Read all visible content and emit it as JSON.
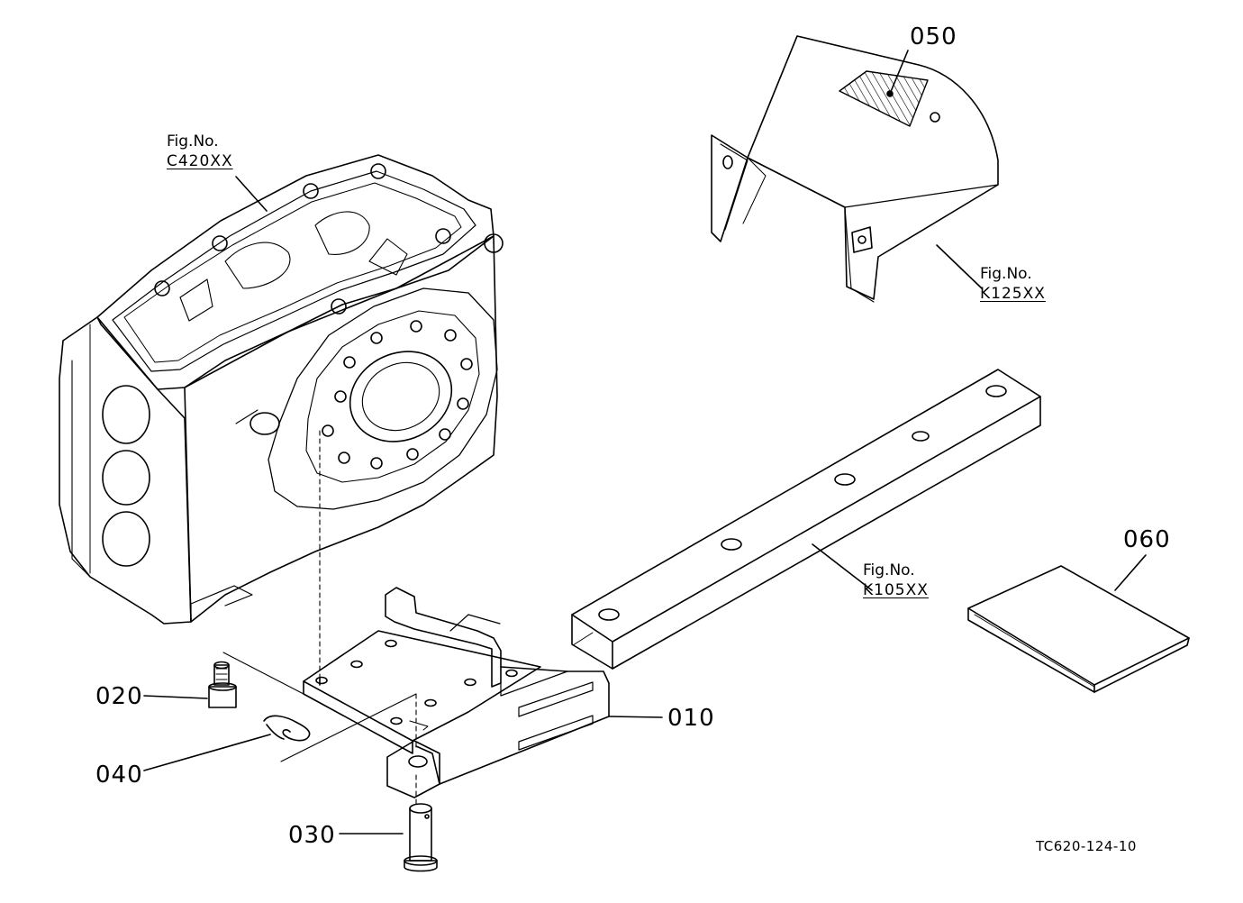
{
  "parts": [
    {
      "id": "p010",
      "label": "010"
    },
    {
      "id": "p020",
      "label": "020"
    },
    {
      "id": "p030",
      "label": "030"
    },
    {
      "id": "p040",
      "label": "040"
    },
    {
      "id": "p050",
      "label": "050"
    },
    {
      "id": "p060",
      "label": "060"
    }
  ],
  "figure_refs": [
    {
      "id": "c420",
      "prefix": "Fig.No.",
      "code": "C420XX"
    },
    {
      "id": "k125",
      "prefix": "Fig.No.",
      "code": "K125XX"
    },
    {
      "id": "k105",
      "prefix": "Fig.No.",
      "code": "K105XX"
    }
  ],
  "document_id": "TC620-124-10",
  "colors": {
    "ink": "#000000",
    "paper": "#ffffff"
  }
}
